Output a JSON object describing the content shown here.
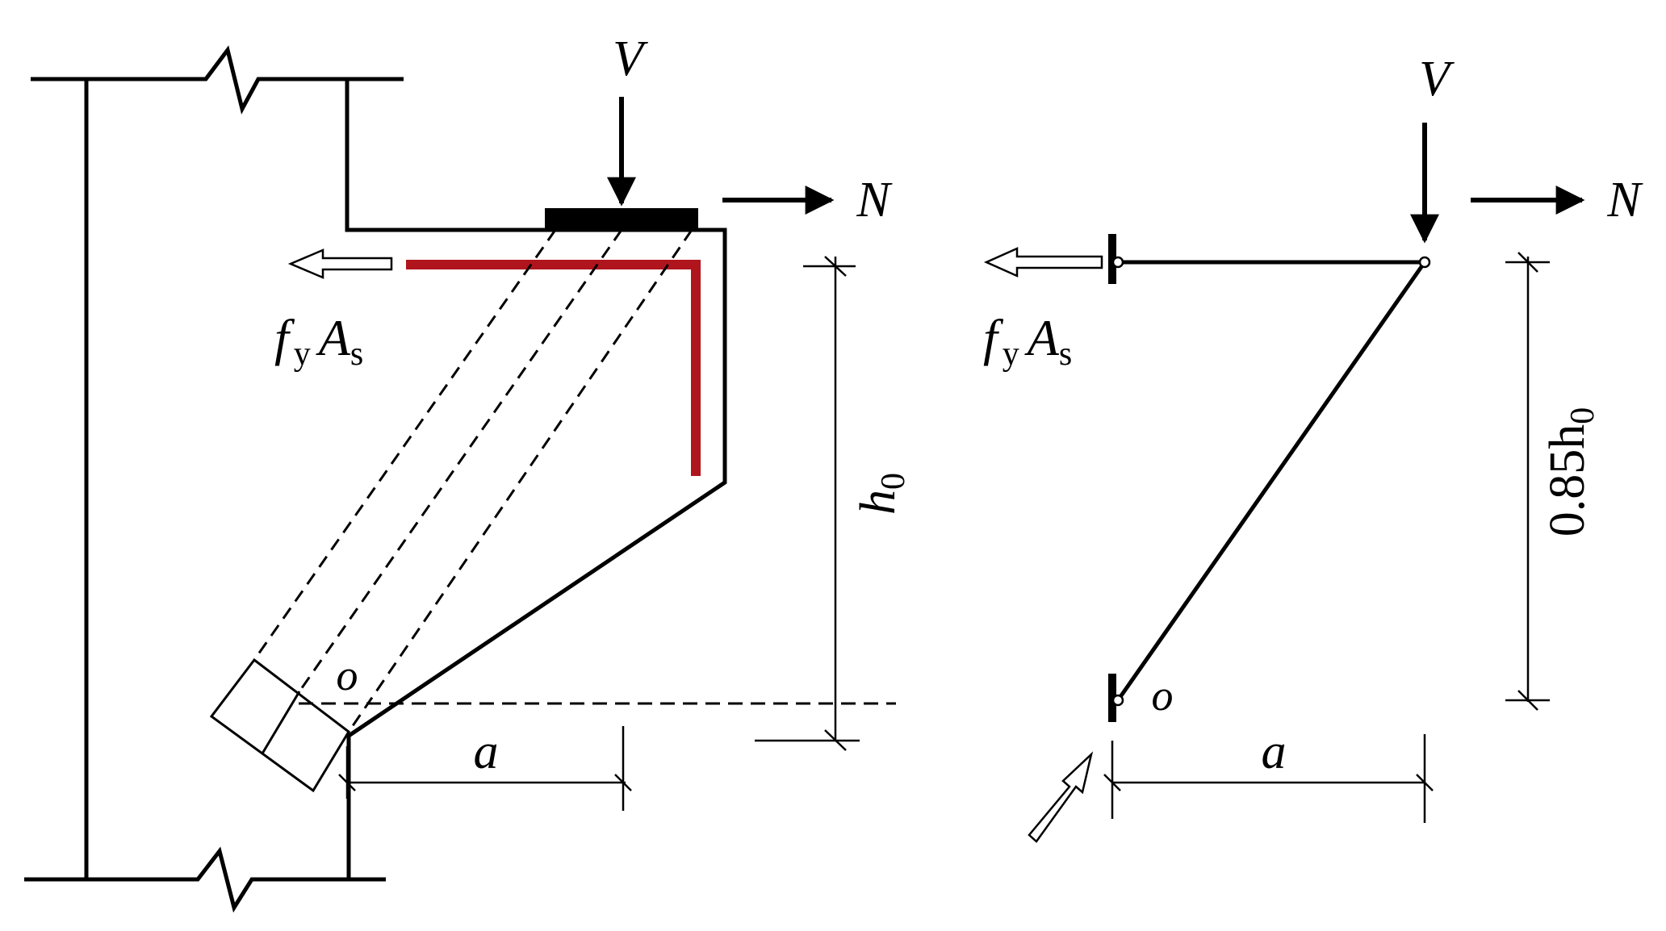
{
  "colors": {
    "line": "#000000",
    "reinforcement": "#b0151e",
    "background": "#ffffff"
  },
  "left_model": {
    "load_vertical": "V",
    "load_horizontal": "N",
    "steel_force": {
      "f": "f",
      "f_sub": "y",
      "a": "A",
      "a_sub": "s"
    },
    "depth": {
      "main": "h",
      "sub": "0"
    },
    "point": "o",
    "shear_span": "a"
  },
  "right_model": {
    "load_vertical": "V",
    "load_horizontal": "N",
    "steel_force": {
      "f": "f",
      "f_sub": "y",
      "a": "A",
      "a_sub": "s"
    },
    "lever_arm": {
      "main": "0.85h",
      "sub": "0"
    },
    "point": "o",
    "shear_span": "a"
  }
}
